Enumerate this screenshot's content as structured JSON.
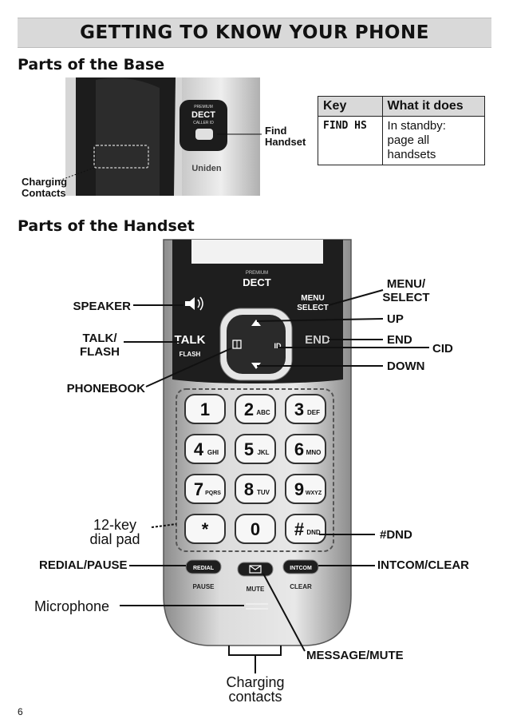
{
  "page": {
    "title": "GETTING TO KNOW YOUR PHONE",
    "page_number": "6"
  },
  "base": {
    "heading": "Parts of the Base",
    "device_labels": {
      "premium": "PREMIUM",
      "dect": "DECT",
      "caller_id": "CALLER ID",
      "brand": "Uniden"
    },
    "callouts": {
      "find_handset": "Find\nHandset",
      "charging_contacts": "Charging\nContacts"
    }
  },
  "key_table": {
    "headers": [
      "Key",
      "What it does"
    ],
    "rows": [
      {
        "key": "FIND HS",
        "description": "In standby:\npage all\nhandsets"
      }
    ]
  },
  "handset": {
    "heading": "Parts of the Handset",
    "device_labels": {
      "premium": "PREMIUM",
      "dect": "DECT",
      "menu": "MENU",
      "select": "SELECT",
      "talk": "TALK",
      "flash": "FLASH",
      "end": "END",
      "id": "ID",
      "redial": "REDIAL",
      "pause": "PAUSE",
      "mute": "MUTE",
      "intcom": "INTCOM",
      "clear": "CLEAR"
    },
    "keypad": [
      {
        "digit": "1",
        "letters": ""
      },
      {
        "digit": "2",
        "letters": "ABC"
      },
      {
        "digit": "3",
        "letters": "DEF"
      },
      {
        "digit": "4",
        "letters": "GHI"
      },
      {
        "digit": "5",
        "letters": "JKL"
      },
      {
        "digit": "6",
        "letters": "MNO"
      },
      {
        "digit": "7",
        "letters": "PQRS"
      },
      {
        "digit": "8",
        "letters": "TUV"
      },
      {
        "digit": "9",
        "letters": "WXYZ"
      },
      {
        "digit": "*",
        "letters": ""
      },
      {
        "digit": "0",
        "letters": ""
      },
      {
        "digit": "#",
        "letters": "DND"
      }
    ],
    "callouts": {
      "speaker": "SPEAKER",
      "talk_flash": "TALK/\nFLASH",
      "phonebook": "PHONEBOOK",
      "menu_select": "MENU/\nSELECT",
      "up": "UP",
      "end": "END",
      "cid": "CID",
      "down": "DOWN",
      "dial_pad": "12-key\ndial pad",
      "dnd": "#DND",
      "redial_pause": "REDIAL/PAUSE",
      "intcom_clear": "INTCOM/CLEAR",
      "microphone": "Microphone",
      "message_mute": "MESSAGE/MUTE",
      "charging_contacts": "Charging\ncontacts"
    }
  },
  "colors": {
    "banner_bg": "#d9d9d9",
    "table_header_bg": "#d9d9d9",
    "device_dark": "#1e1e1e",
    "device_silver": "#b8b8b8"
  }
}
